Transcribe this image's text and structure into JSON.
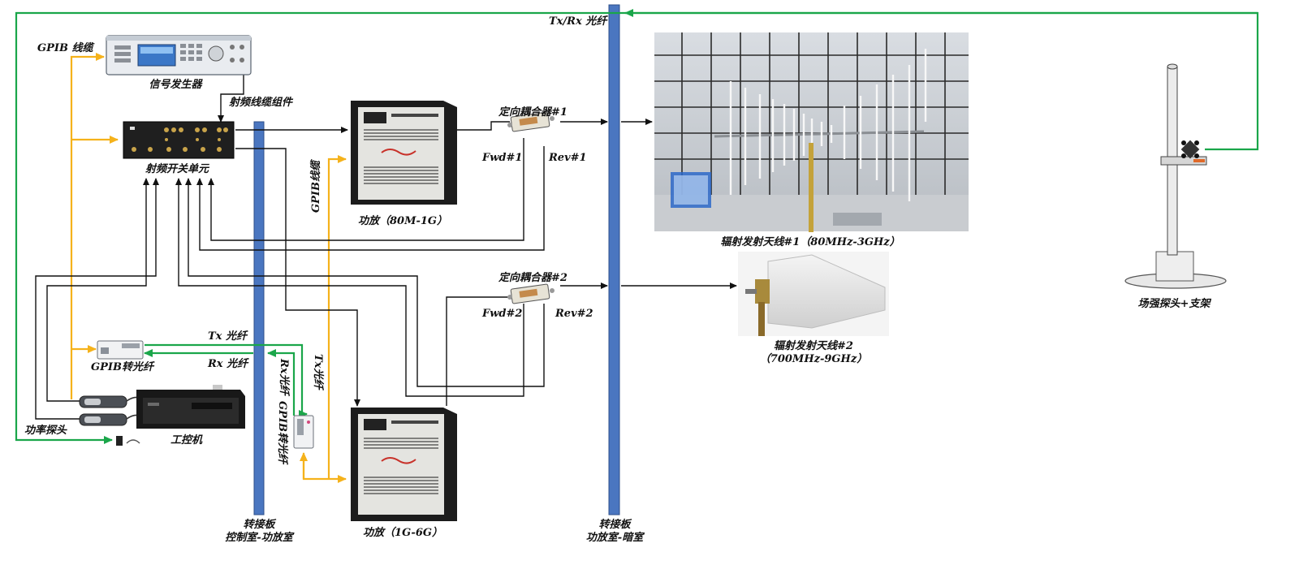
{
  "labels": {
    "gpib_cable": "GPIB 线缆",
    "signal_generator": "信号发生器",
    "rf_cable_assembly": "射频线缆组件",
    "rf_switch_unit": "射频开关单元",
    "amp1": "功放（80M-1G）",
    "amp2": "功放（1G-6G）",
    "coupler1": "定向耦合器#1",
    "coupler2": "定向耦合器#2",
    "fwd1": "Fwd#1",
    "rev1": "Rev#1",
    "fwd2": "Fwd#2",
    "rev2": "Rev#2",
    "gpib_cable_vertical": "GPIB线缆",
    "tx_fiber": "Tx 光纤",
    "rx_fiber": "Rx 光纤",
    "gpib_to_fiber": "GPIB转光纤",
    "rx_fiber_vertical": "Rx光纤",
    "tx_fiber_vertical": "Tx光纤",
    "gpib_to_fiber_vertical": "GPIB转光纤",
    "power_probe": "功率探头",
    "ipc": "工控机",
    "panel1_title": "转接板",
    "panel1_sub": "控制室-功放室",
    "panel2_title": "转接板",
    "panel2_sub": "功放室-暗室",
    "txrx_fiber": "Tx/Rx 光纤",
    "antenna1": "辐射发射天线#1（80MHz-3GHz）",
    "antenna2_line1": "辐射发射天线#2",
    "antenna2_line2": "（700MHz-9GHz）",
    "field_probe": "场强探头+支架"
  },
  "colors": {
    "gpib": "#f5b21b",
    "fiber": "#1aa64a",
    "rf": "#111111",
    "panel": "#4a76c0"
  }
}
